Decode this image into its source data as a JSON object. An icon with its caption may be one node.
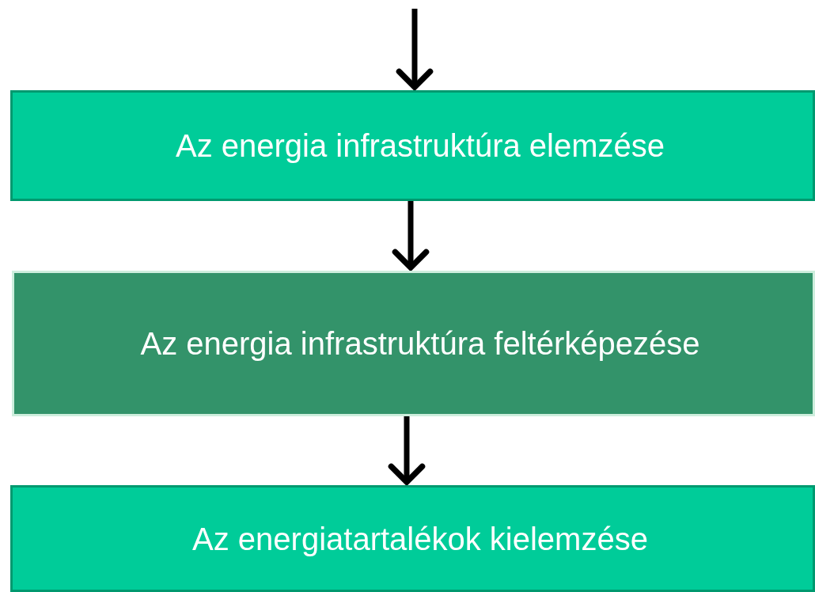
{
  "diagram": {
    "nodes": [
      {
        "text": [
          "Az energia infrastruktúra elemzése"
        ]
      },
      {
        "text": [
          "Az energia infrastruktúra feltérképezése"
        ]
      },
      {
        "text": [
          "Az energiatartalékok kielemzése"
        ]
      }
    ],
    "edges": [
      {
        "from": null,
        "to": 0,
        "arrow": "to"
      },
      {
        "from": 0,
        "to": 1,
        "arrow": "to"
      },
      {
        "from": 1,
        "to": 2,
        "arrow": "to"
      }
    ]
  }
}
